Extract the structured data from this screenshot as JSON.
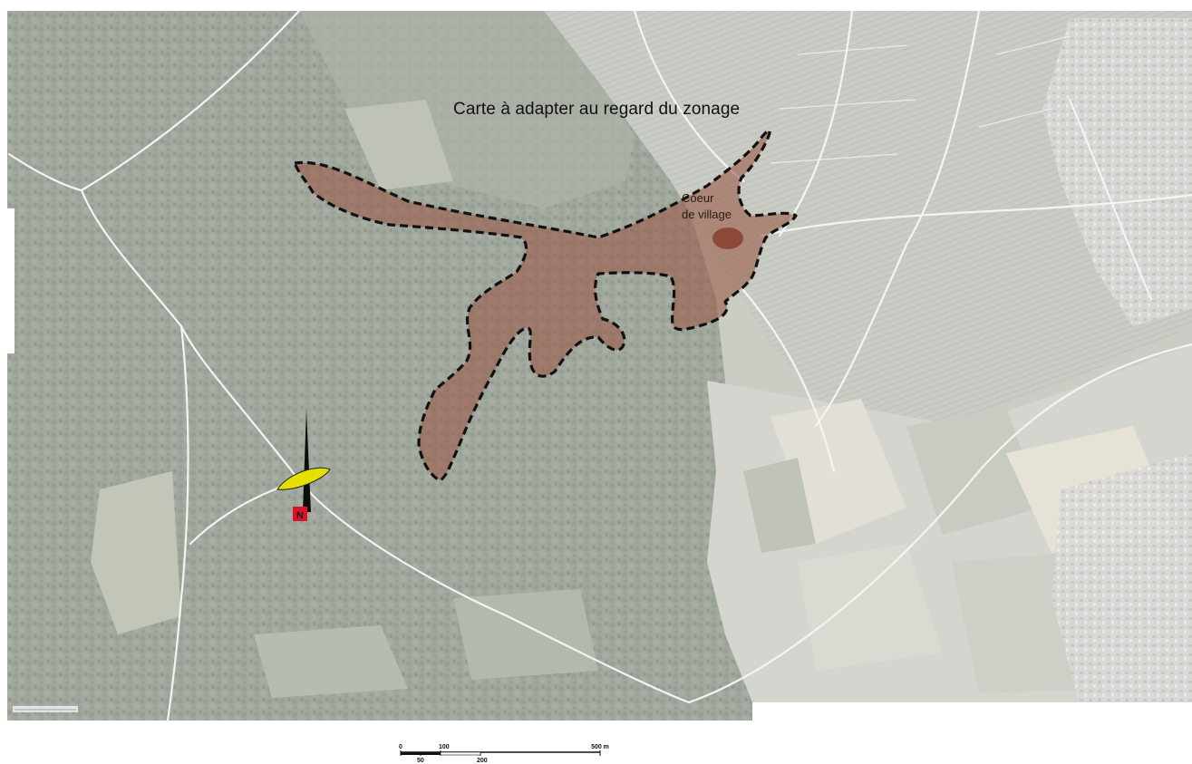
{
  "map": {
    "title": "Carte à adapter au regard du zonage",
    "zone_label": "Coeur de village",
    "zone_label_lines": [
      "Coeur",
      "de village"
    ],
    "north_arrow_label": "N",
    "scale_bar": {
      "ticks_top": [
        "0",
        "100",
        "500 m"
      ],
      "ticks_bottom": [
        "50",
        "200"
      ]
    },
    "imagery_credit_stub": "",
    "colors": {
      "zone_fill": "#9a5a48",
      "zone_outline": "#111111",
      "village_core": "#8a4332",
      "north_marker": "#e0102a",
      "compass_ellipse": "#e5e000",
      "road": "#f2f2f2",
      "forest": "#9fa79d",
      "fields": "#d6d7d0"
    },
    "icons": [
      "north-arrow-icon",
      "compass-ellipse-icon"
    ]
  }
}
